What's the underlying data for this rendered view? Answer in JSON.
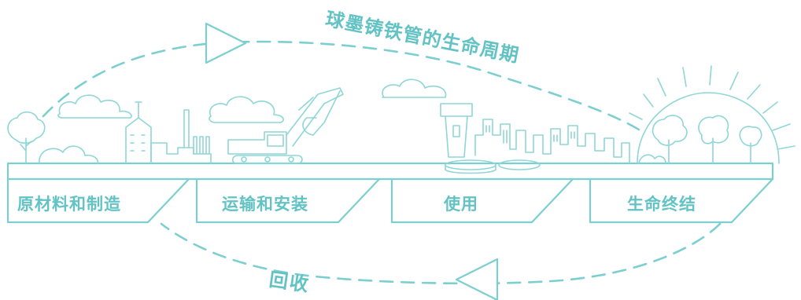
{
  "title": "球墨铸铁管的生命周期",
  "recycle": "回收",
  "stages": [
    {
      "label": "原材料和制造"
    },
    {
      "label": "运输和安装"
    },
    {
      "label": "使用"
    },
    {
      "label": "生命终结"
    }
  ],
  "colors": {
    "primary": "#7ccfd0",
    "text": "#63c3c4"
  }
}
